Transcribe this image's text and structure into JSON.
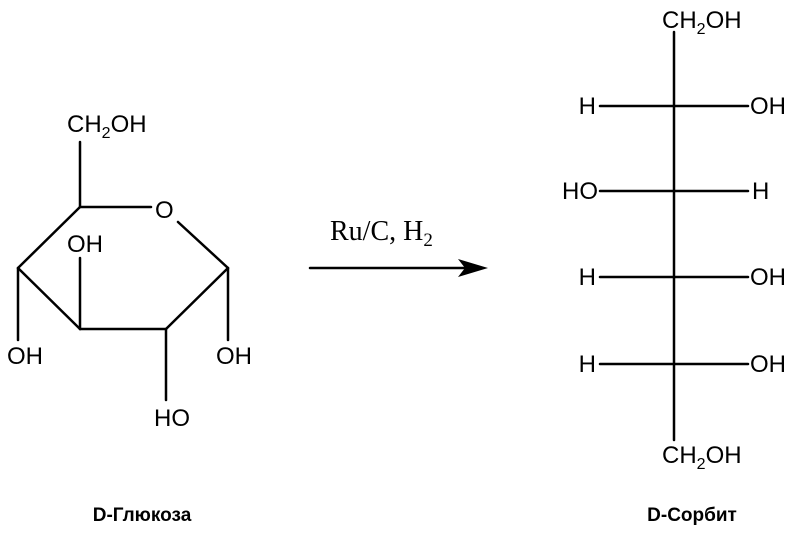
{
  "reactant": {
    "name": "D-Глюкоза",
    "groups": {
      "top_ch2": "CH",
      "top_sub": "2",
      "top_oh": "OH",
      "ring_o": "O",
      "oh_c3": "OH",
      "oh_c4": "OH",
      "oh_c1": "OH",
      "ho_c2": "HO"
    }
  },
  "reaction": {
    "catalyst": "Ru/C, H",
    "catalyst_sub": "2"
  },
  "product": {
    "name": "D-Сорбит",
    "top": {
      "ch": "CH",
      "sub": "2",
      "oh": "OH"
    },
    "bottom": {
      "ch": "CH",
      "sub": "2",
      "oh": "OH"
    },
    "rows": [
      {
        "left": "H",
        "right": "OH"
      },
      {
        "left": "HO",
        "right": "H"
      },
      {
        "left": "H",
        "right": "OH"
      },
      {
        "left": "H",
        "right": "OH"
      }
    ]
  }
}
